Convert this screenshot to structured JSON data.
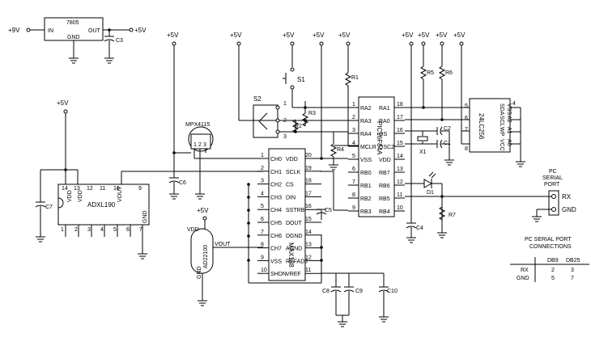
{
  "supplies": {
    "plus9": "+9V",
    "plus5": "+5V",
    "vdd": "VDD"
  },
  "regulator": {
    "part": "7805",
    "in": "IN",
    "out": "OUT",
    "gnd": "GND"
  },
  "caps": {
    "c3": "C3",
    "c4": "C4",
    "c5": "C5",
    "c6": "C6",
    "c7": "C7",
    "c8": "C8",
    "c9": "C9",
    "c10": "C10",
    "c1": "C1",
    "c2": "C2"
  },
  "resistors": {
    "r1": "R1",
    "r2": "R2",
    "r3": "R3",
    "r4": "R4",
    "r5": "R5",
    "r6": "R6",
    "r7": "R7"
  },
  "switches": {
    "s1": "S1",
    "s2": "S2",
    "s2_pins": [
      "1",
      "2",
      "3"
    ]
  },
  "sensors": {
    "pressure": "MPX4115",
    "pressure_pins": [
      "1",
      "2",
      "3"
    ],
    "temp": "AD22100",
    "temp_vout": "VOUT",
    "temp_gnd": "GND"
  },
  "accel": {
    "part": "ADXL190",
    "top": [
      "14",
      "13",
      "12",
      "11",
      "10",
      "9"
    ],
    "bottom": [
      "1",
      "2",
      "3",
      "4",
      "5",
      "6",
      "7"
    ],
    "vdd": "VDD",
    "vdd2": "VDD",
    "vout": "VOUT",
    "gnd": "GND"
  },
  "adc": {
    "part": "MAX188",
    "left_names": [
      "CH0",
      "CH1",
      "CH2",
      "CH3",
      "CH4",
      "CH5",
      "CH6",
      "CH7",
      "VSS",
      "SHDN"
    ],
    "left_nums": [
      "1",
      "2",
      "3",
      "4",
      "5",
      "6",
      "7",
      "8",
      "9",
      "10"
    ],
    "right_names": [
      "VDD",
      "SCLK",
      "CS",
      "DIN",
      "SSTRB",
      "DOUT",
      "DGND",
      "AGND",
      "REFADJ",
      "VREF"
    ],
    "right_nums": [
      "20",
      "19",
      "18",
      "17",
      "16",
      "15",
      "14",
      "13",
      "12",
      "11"
    ]
  },
  "mcu": {
    "part": "PIC16F84A",
    "left_names": [
      "RA2",
      "RA3",
      "RA4",
      "MCLR",
      "VSS",
      "RB0",
      "RB1",
      "RB2",
      "RB3"
    ],
    "left_nums": [
      "1",
      "2",
      "3",
      "4",
      "5",
      "6",
      "7",
      "8",
      "9"
    ],
    "right_names": [
      "RA1",
      "RA0",
      "OS",
      "OSC2",
      "VDD",
      "RB7",
      "RB6",
      "RB5",
      "RB4"
    ],
    "right_nums": [
      "18",
      "17",
      "16",
      "15",
      "14",
      "13",
      "12",
      "11",
      "10"
    ]
  },
  "eeprom": {
    "part": "24LC256",
    "pins": [
      "SDA",
      "SCL",
      "WP",
      "VCC",
      "VSS",
      "A2",
      "A1",
      "A0"
    ],
    "nums_left": [
      "5",
      "6",
      "7",
      "8"
    ],
    "nums_right": [
      "4"
    ]
  },
  "crystal": "X1",
  "led": "D1",
  "pc_port": {
    "title_1": "PC",
    "title_2": "SERIAL",
    "title_3": "PORT",
    "rx": "RX",
    "gnd": "GND"
  },
  "connections_table": {
    "title_1": "PC SERIAL PORT",
    "title_2": "CONNECTIONS",
    "headers": [
      "DB9",
      "DB25"
    ],
    "rows": [
      {
        "sig": "RX",
        "db9": "2",
        "db25": "3"
      },
      {
        "sig": "GND",
        "db9": "5",
        "db25": "7"
      }
    ]
  }
}
